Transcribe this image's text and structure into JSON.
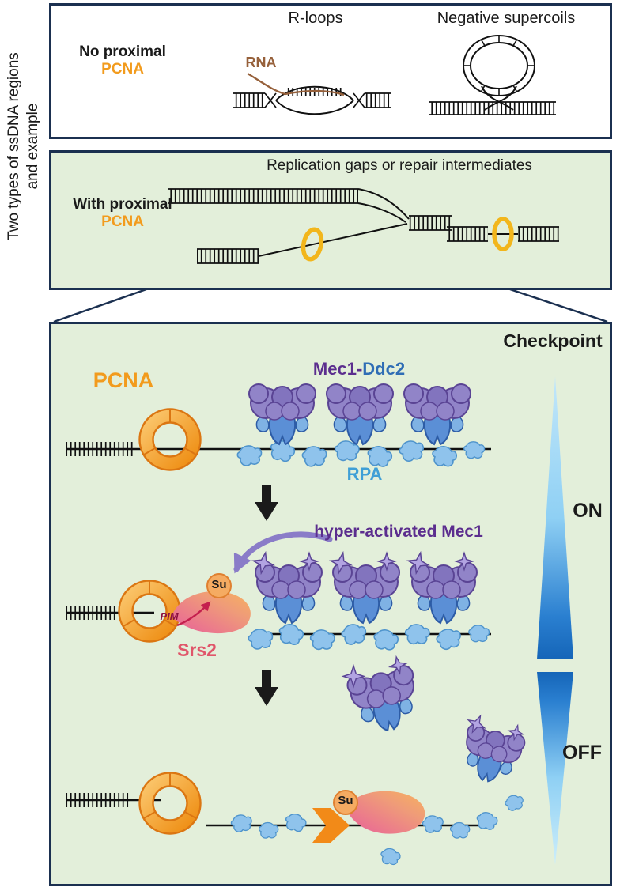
{
  "side_label": {
    "line1": "Two types of ssDNA regions",
    "line2": "and example"
  },
  "panels": {
    "no_pcna": {
      "label_line1": "No proximal",
      "label_line2": "PCNA",
      "rloops_title": "R-loops",
      "rna_label": "RNA",
      "supercoils_title": "Negative supercoils"
    },
    "with_pcna": {
      "label_line1": "With proximal",
      "label_line2": "PCNA",
      "title": "Replication gaps or repair intermediates"
    },
    "checkpoint": {
      "title": "Checkpoint",
      "pcna_label": "PCNA",
      "mec1_label": "Mec1-",
      "ddc2_label": "Ddc2",
      "rpa_label": "RPA",
      "hyper_activated_label": "hyper-activated Mec1",
      "su_label": "Su",
      "pim_label": "PIM",
      "srs2_label": "Srs2",
      "on_label": "ON",
      "off_label": "OFF"
    }
  },
  "colors": {
    "pcna_orange": "#f29b1d",
    "mec1_purple": "#5b2d8e",
    "ddc2_blue": "#2f6db5",
    "rpa_blue": "#3f9fd6",
    "srs2_red": "#e0566a",
    "pim_maroon": "#8c1040",
    "rna_brown": "#96603a",
    "panel_border_navy": "#1b3050",
    "panel_green_bg": "#e3efda",
    "checkpoint_gradient_light": "#c2e7fa",
    "checkpoint_gradient_dark": "#1565b8",
    "clamp_ring_yellow": "#f2b61c"
  }
}
